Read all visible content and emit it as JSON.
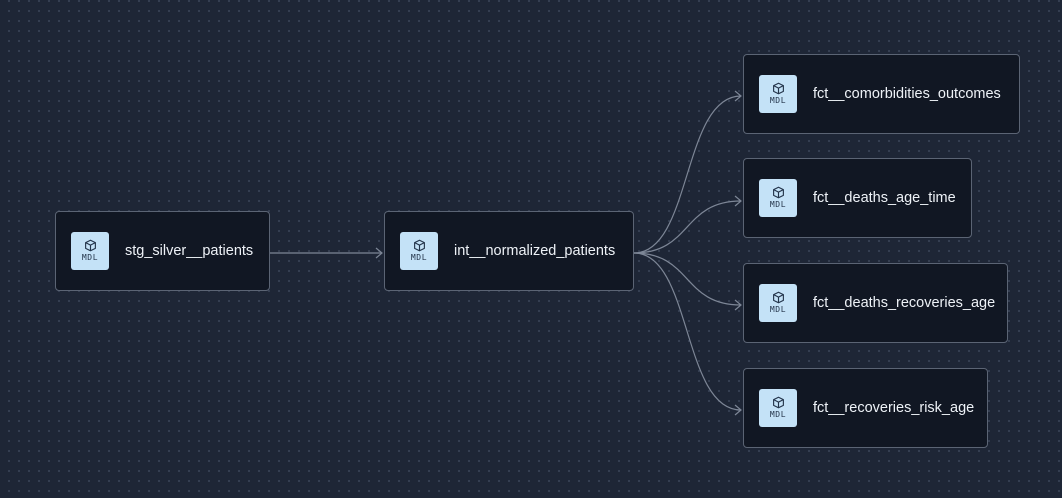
{
  "graph": {
    "badge_label": "MDL",
    "badge_icon": "cube-icon",
    "colors": {
      "background": "#1e2636",
      "node_fill": "#111723",
      "node_border": "#5b6474",
      "badge_fill": "#c4e2f7",
      "edge": "#7d8696"
    },
    "nodes": [
      {
        "id": "stg",
        "label": "stg_silver__patients"
      },
      {
        "id": "int",
        "label": "int__normalized_patients"
      },
      {
        "id": "c",
        "label": "fct__comorbidities_outcomes"
      },
      {
        "id": "d",
        "label": "fct__deaths_age_time"
      },
      {
        "id": "r",
        "label": "fct__deaths_recoveries_age"
      },
      {
        "id": "rr",
        "label": "fct__recoveries_risk_age"
      }
    ],
    "edges": [
      {
        "from": "stg",
        "to": "int"
      },
      {
        "from": "int",
        "to": "c"
      },
      {
        "from": "int",
        "to": "d"
      },
      {
        "from": "int",
        "to": "r"
      },
      {
        "from": "int",
        "to": "rr"
      }
    ]
  }
}
